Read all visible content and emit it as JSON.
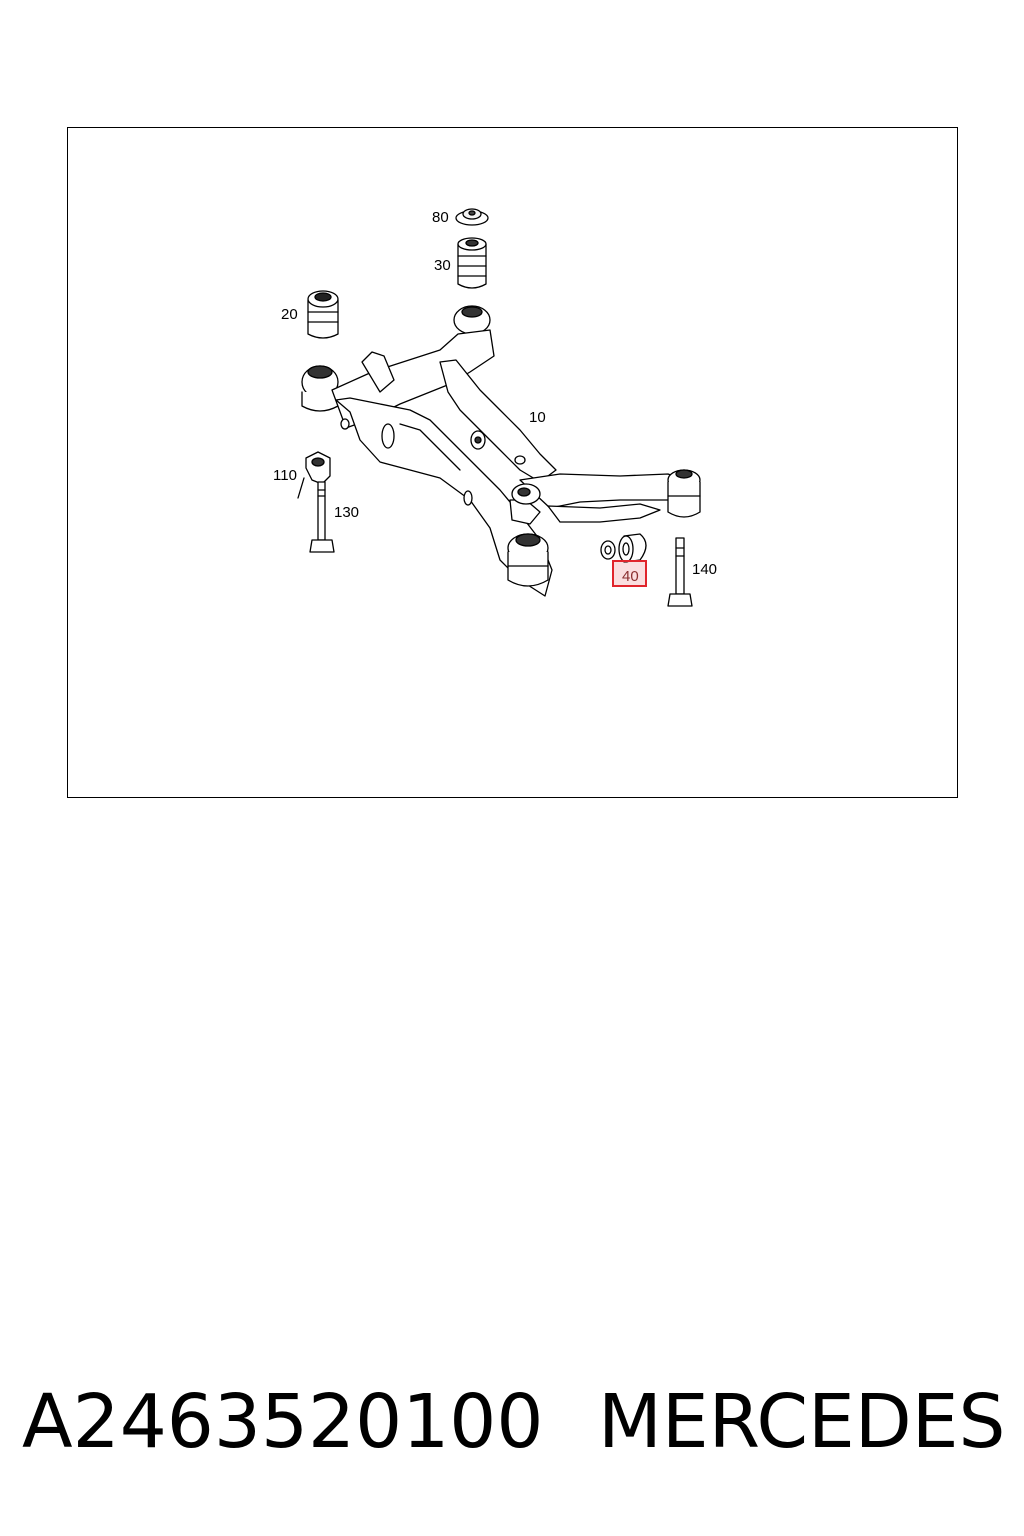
{
  "diagram": {
    "callouts": {
      "c80": "80",
      "c30": "30",
      "c20": "20",
      "c10": "10",
      "c110": "110",
      "c130": "130",
      "c140": "140",
      "c40": "40"
    },
    "highlighted_part": "40",
    "highlight_color": "#e0242b"
  },
  "caption": {
    "part_number": "A2463520100",
    "brand": "MERCEDES"
  }
}
